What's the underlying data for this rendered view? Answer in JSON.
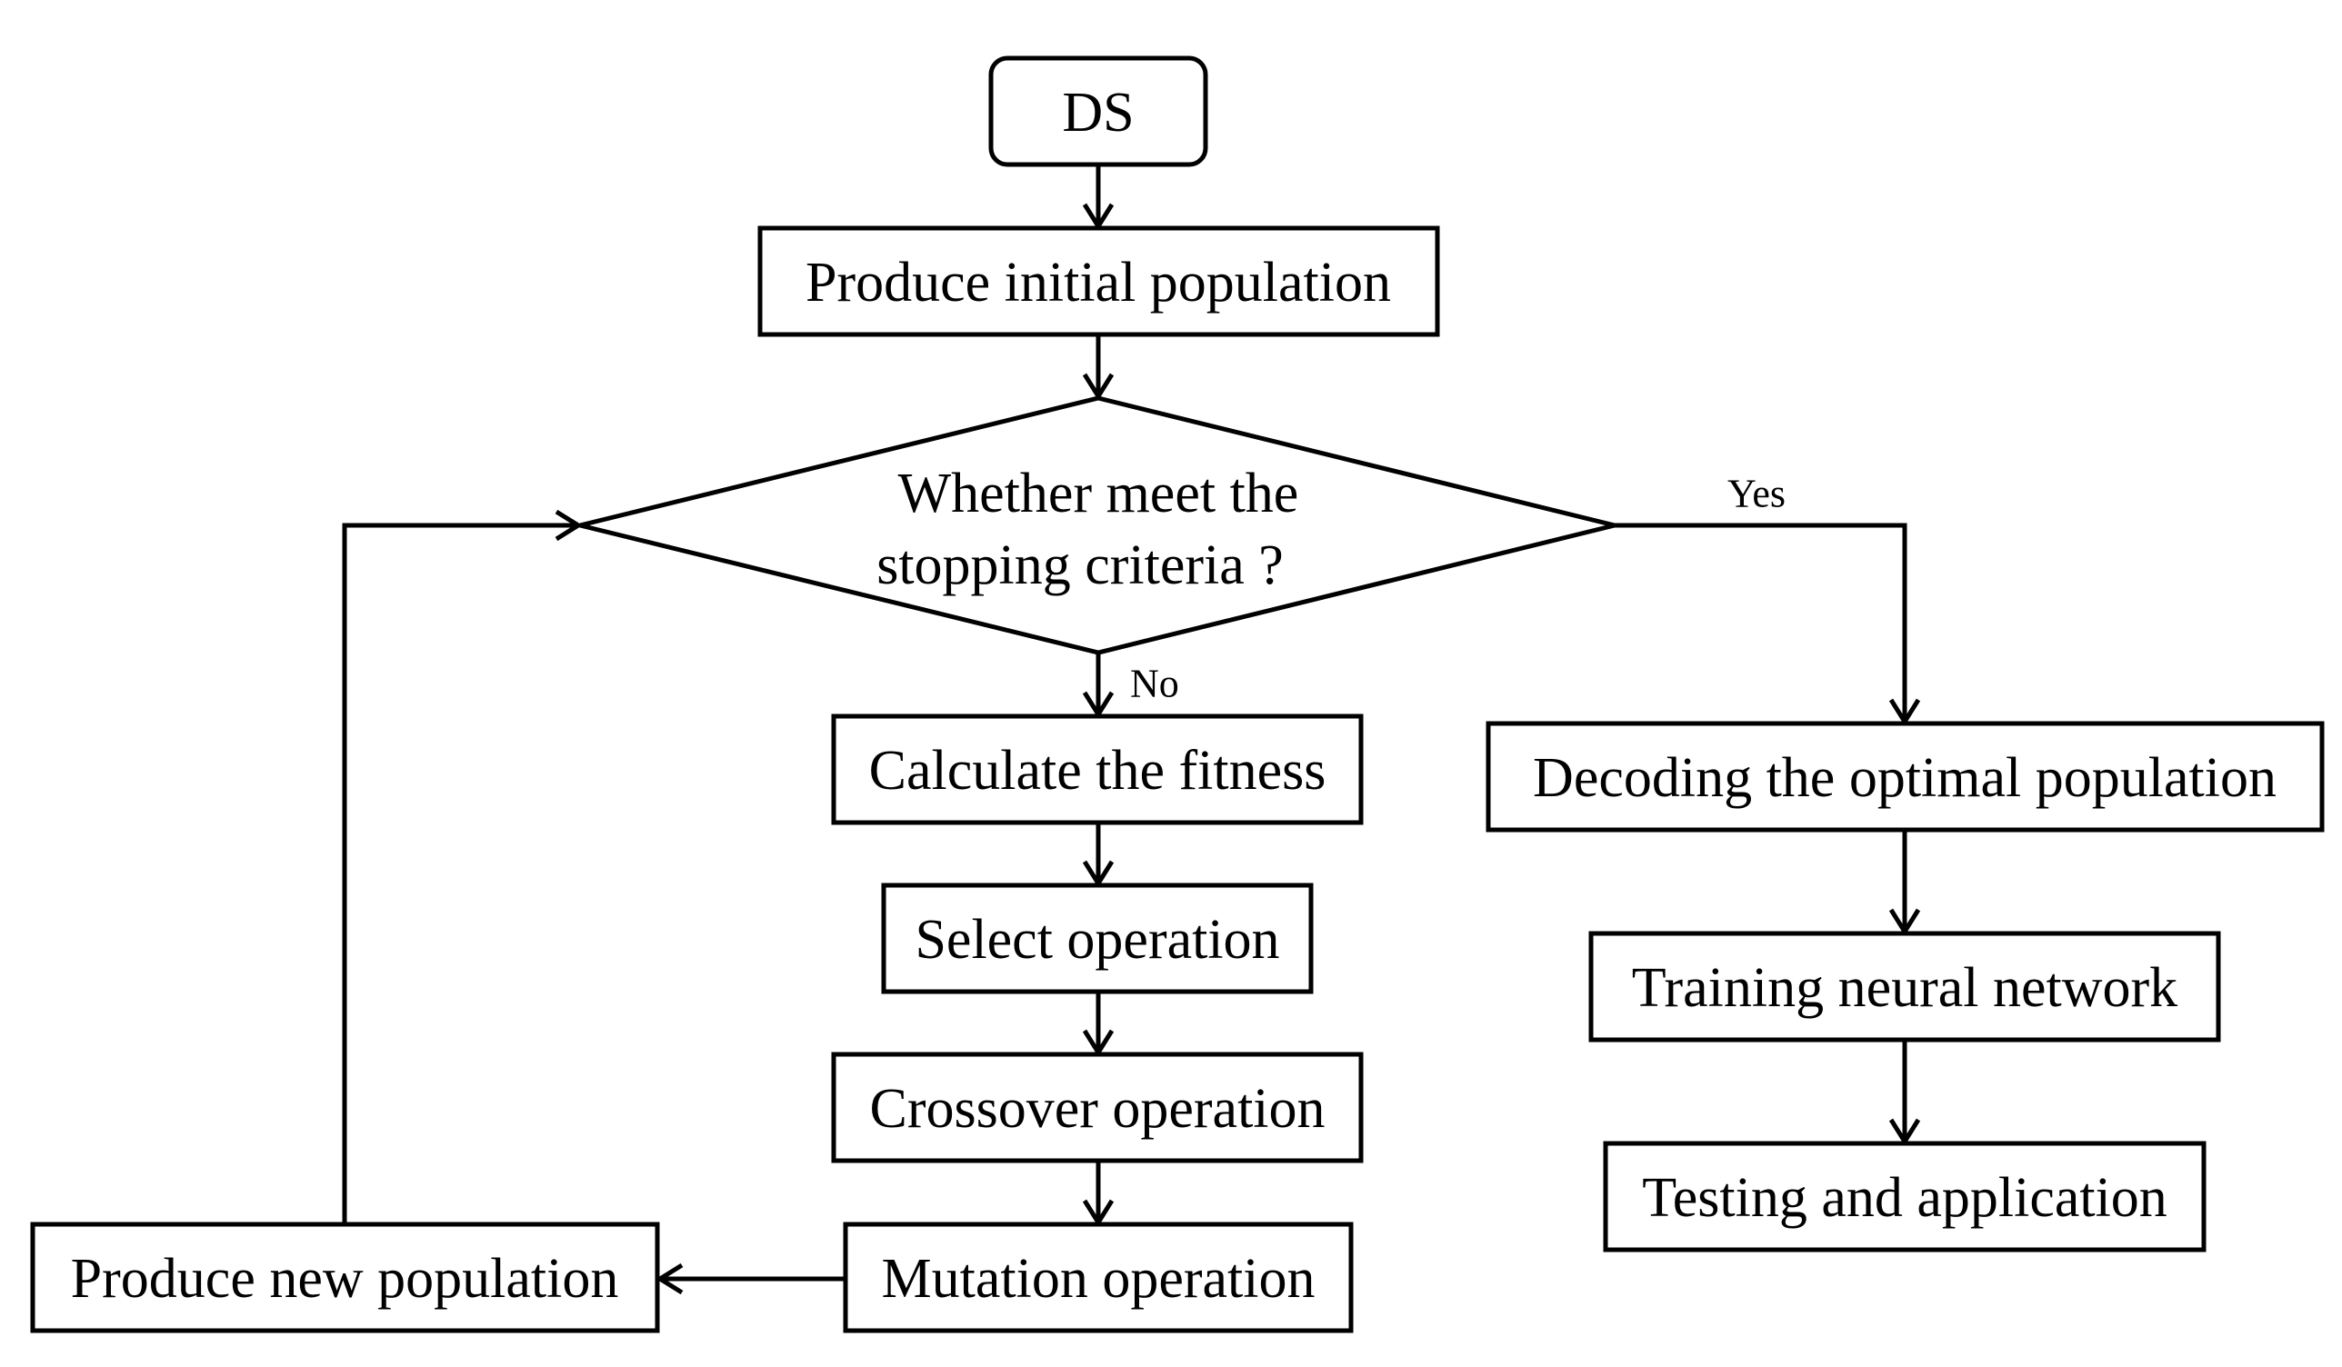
{
  "nodes": {
    "start": "DS",
    "init": "Produce initial population",
    "decision_line1": "Whether meet the",
    "decision_line2": "stopping criteria ?",
    "fitness": "Calculate the fitness",
    "select": "Select operation",
    "crossover": "Crossover operation",
    "mutation": "Mutation operation",
    "new_pop": "Produce new population",
    "decode": "Decoding the optimal population",
    "train": "Training neural network",
    "test": "Testing and application"
  },
  "edges": {
    "yes": "Yes",
    "no": "No"
  }
}
